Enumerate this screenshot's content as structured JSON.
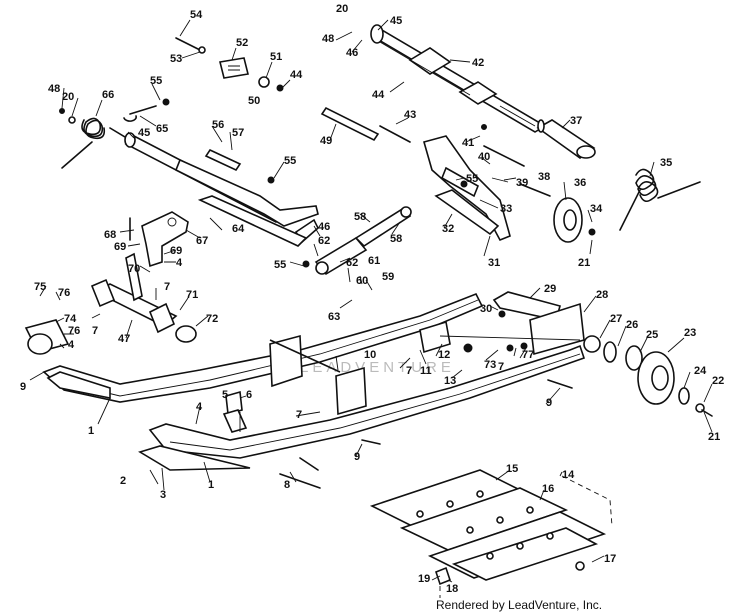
{
  "credit": "Rendered by LeadVenture, Inc.",
  "watermark": "LEADVENTURE",
  "callouts": [
    "54",
    "53",
    "52",
    "51",
    "50",
    "44",
    "48",
    "20",
    "46",
    "45",
    "42",
    "44",
    "48",
    "20",
    "66",
    "55",
    "65",
    "45",
    "56",
    "57",
    "55",
    "49",
    "43",
    "41",
    "40",
    "37",
    "39",
    "38",
    "55",
    "33",
    "36",
    "34",
    "35",
    "21",
    "32",
    "31",
    "58",
    "58",
    "46",
    "62",
    "61",
    "55",
    "62",
    "60",
    "59",
    "63",
    "64",
    "67",
    "68",
    "69",
    "69",
    "4",
    "70",
    "7",
    "71",
    "72",
    "47",
    "7",
    "75",
    "76",
    "74",
    "76",
    "4",
    "9",
    "1",
    "10",
    "12",
    "11",
    "7",
    "13",
    "73",
    "77",
    "7",
    "30",
    "29",
    "28",
    "27",
    "26",
    "25",
    "23",
    "24",
    "22",
    "21",
    "9",
    "5",
    "6",
    "4",
    "7",
    "9",
    "2",
    "3",
    "1",
    "8",
    "15",
    "14",
    "16",
    "17",
    "19",
    "18"
  ]
}
